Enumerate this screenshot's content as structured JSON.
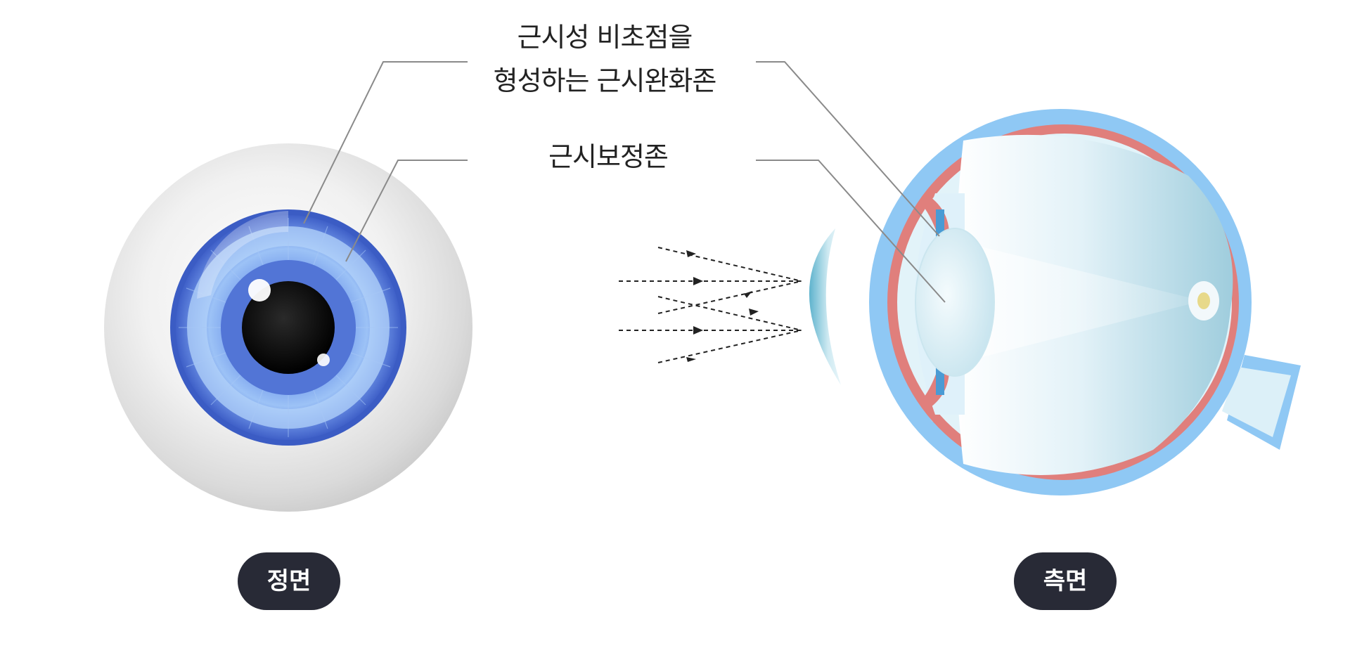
{
  "labels": {
    "relaxation_zone_line1": "근시성 비초점을",
    "relaxation_zone_line2": "형성하는 근시완화존",
    "correction_zone": "근시보정존"
  },
  "views": {
    "front": "정면",
    "side": "측면"
  },
  "colors": {
    "iris": "#4f74d8",
    "iris_light": "#8fb8f4",
    "pupil": "#0a0a0a",
    "sclera": "#e4e4e4",
    "outer_layer": "#8fc8f4",
    "choroid": "#e07f7c",
    "vitreous": "#cfe9f3",
    "label_pill": "#282a36",
    "leader_line": "#8a8a8a"
  }
}
